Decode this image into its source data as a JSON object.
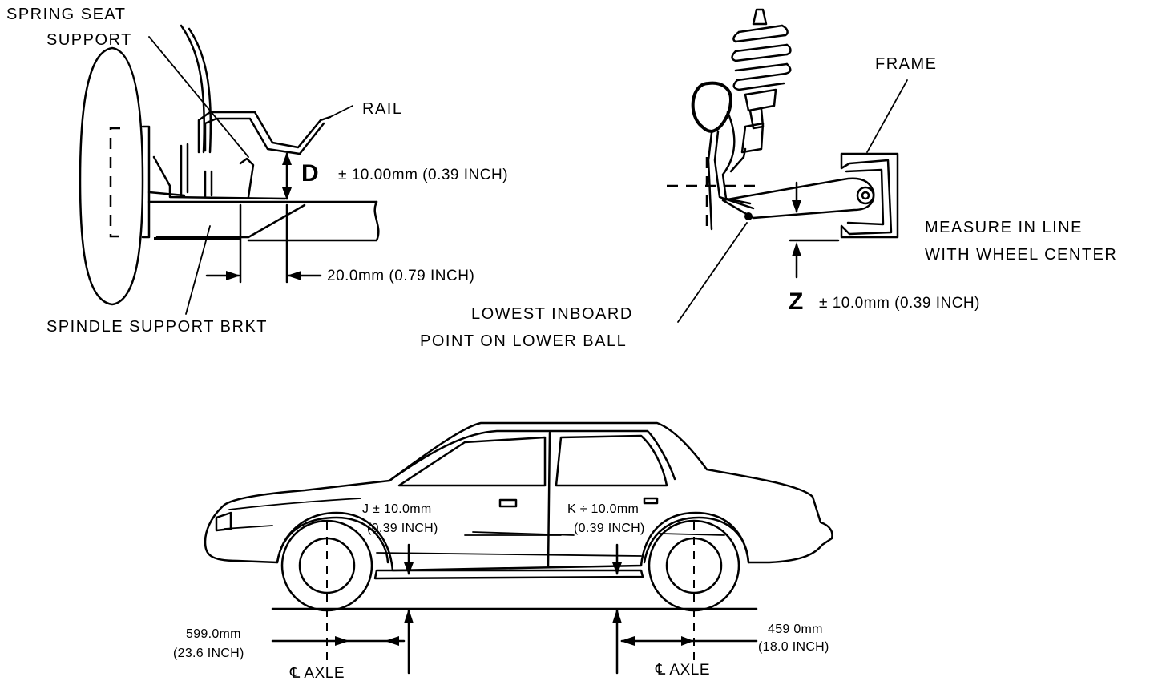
{
  "detail_d": {
    "labels": {
      "spring_seat": "SPRING SEAT",
      "support": "SUPPORT",
      "rail": "RAIL",
      "spindle_bracket": "SPINDLE SUPPORT BRKT"
    },
    "letter": "D",
    "tolerance": "± 10.00mm (0.39 INCH)",
    "offset": "20.0mm (0.79 INCH)"
  },
  "detail_z": {
    "labels": {
      "frame": "FRAME",
      "measure_line1": "MEASURE IN LINE",
      "measure_line2": "WITH WHEEL CENTER",
      "lowest_line1": "LOWEST INBOARD",
      "lowest_line2": "POINT ON LOWER BALL"
    },
    "letter": "Z",
    "tolerance": "± 10.0mm (0.39 INCH)"
  },
  "vehicle": {
    "j_line1": "J ± 10.0mm",
    "j_line2": "(0.39 INCH)",
    "k_line1": "K ÷ 10.0mm",
    "k_line2": "(0.39 INCH)",
    "front_dim_mm": "599.0mm",
    "front_dim_in": "(23.6 INCH)",
    "rear_dim_mm": "459 0mm",
    "rear_dim_in": "(18.0 INCH)",
    "axle_front": "℄  AXLE",
    "axle_rear": "℄  AXLE"
  }
}
